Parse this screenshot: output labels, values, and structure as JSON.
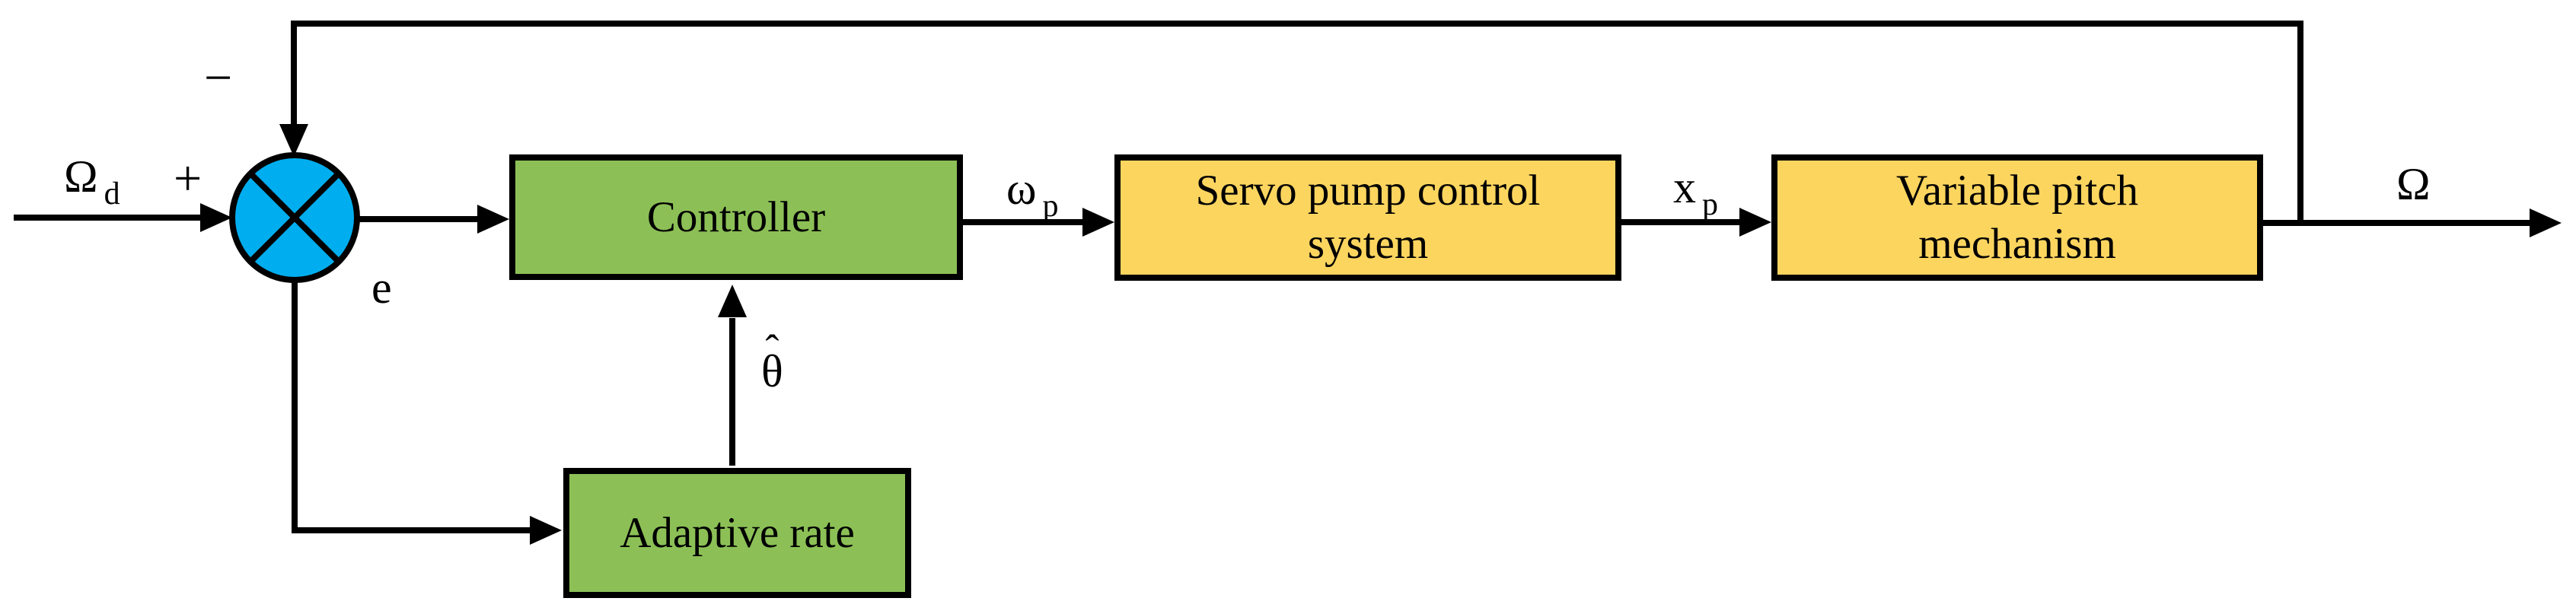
{
  "colors": {
    "bg": "#ffffff",
    "line": "#000000",
    "text": "#000000",
    "summing-fill": "#00AEEF",
    "green-fill": "#8CC056",
    "yellow-fill": "#FCD55F"
  },
  "blocks": {
    "controller": {
      "label": "Controller"
    },
    "servo_pump": {
      "label": "Servo pump control\nsystem"
    },
    "variable_pitch": {
      "label": "Variable pitch\nmechanism"
    },
    "adaptive_rate": {
      "label": "Adaptive rate"
    }
  },
  "signals": {
    "reference": {
      "base": "Ω",
      "sub": "d"
    },
    "plus_sign": "+",
    "minus_sign": "−",
    "error": "e",
    "pump_speed": {
      "base": "ω",
      "sub": "p"
    },
    "pitch_displacement": {
      "base": "x",
      "sub": "p"
    },
    "theta_estimate": {
      "hat": "ˆ",
      "base": "θ"
    },
    "output": "Ω"
  }
}
